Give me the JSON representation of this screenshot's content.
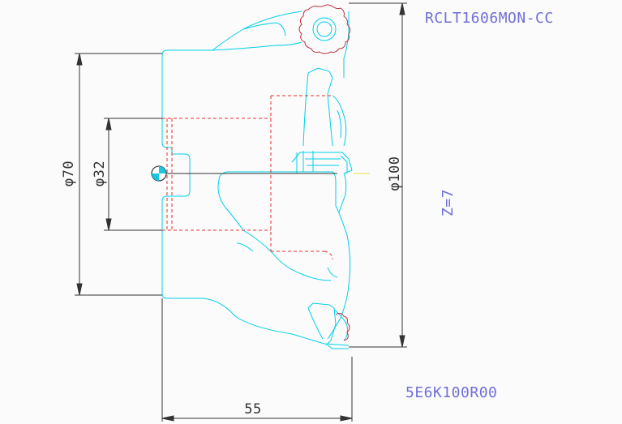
{
  "drawing": {
    "part_code": "RCLT1606MON-CC",
    "tooth_count": "Z=7",
    "model": "5E6K100R00",
    "dimensions": {
      "bore_diameter": "φ32",
      "hub_diameter": "φ70",
      "cutter_diameter": "φ100",
      "height": "55"
    }
  },
  "colors": {
    "background": "#fbfbfb",
    "outline": "#00d0e8",
    "hidden_lines": "#e03030",
    "dimension_lines": "#333333",
    "labels": "#6f6fd8",
    "insert_outline": "#c03040",
    "center_mark": "#18c8e0"
  }
}
